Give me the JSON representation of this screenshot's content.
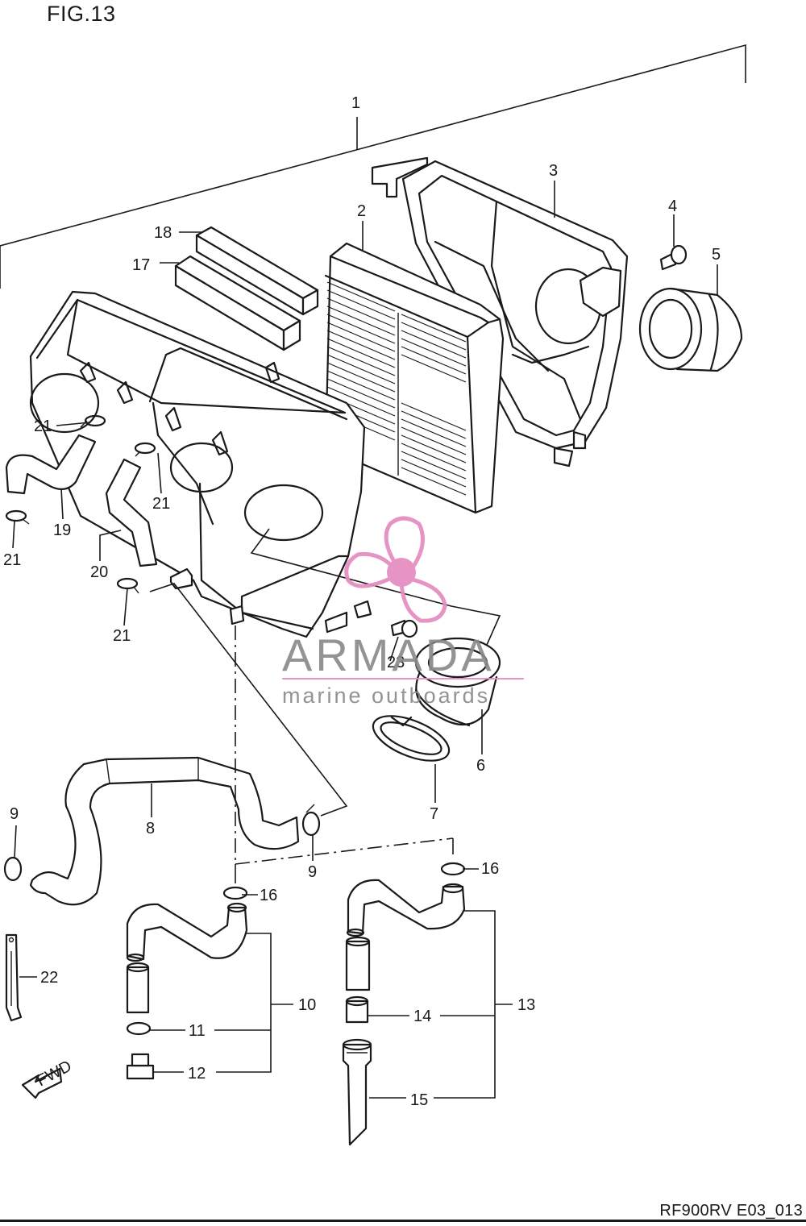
{
  "figure": {
    "title": "FIG.13",
    "code": "RF900RV E03_013"
  },
  "watermark": {
    "brand": "ARMADA",
    "tagline": "marine outboards",
    "pink": "#e48cc0",
    "gray": "#8a8a8a"
  },
  "direction_badge": {
    "label": "FWD"
  },
  "callouts": {
    "c1": "1",
    "c2": "2",
    "c3": "3",
    "c4": "4",
    "c5": "5",
    "c6": "6",
    "c7": "7",
    "c8": "8",
    "c9a": "9",
    "c9b": "9",
    "c10": "10",
    "c11": "11",
    "c12": "12",
    "c13": "13",
    "c14": "14",
    "c15": "15",
    "c16a": "16",
    "c16b": "16",
    "c17": "17",
    "c18": "18",
    "c19": "19",
    "c20": "20",
    "c21a": "21",
    "c21b": "21",
    "c21c": "21",
    "c21d": "21",
    "c22": "22",
    "c23": "23"
  }
}
